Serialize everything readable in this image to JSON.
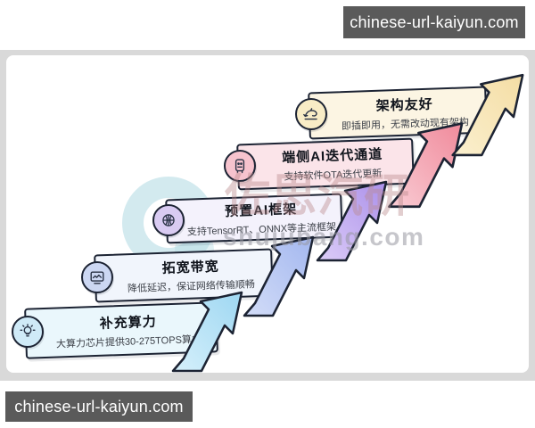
{
  "page": {
    "watermark_top": "chinese-url-kaiyun.com",
    "watermark_bottom": "chinese-url-kaiyun.com",
    "watermark_bg": "#5a5a5a"
  },
  "center_watermark": {
    "brand": "佐思汽研",
    "site": "shujubang.com",
    "brand_color": "rgba(186,139,141,0.42)",
    "site_color": "rgba(152,152,160,0.55)"
  },
  "steps": [
    {
      "title": "补充算力",
      "desc": "大算力芯片提供30-275TOPS算力",
      "icon": "lightbulb-icon",
      "box_fill": "#eaf7fc",
      "icon_fill": "#cfeaf7",
      "arrow_from": "#d6f0fb",
      "arrow_to": "#9ed7f2"
    },
    {
      "title": "拓宽带宽",
      "desc": "降低延迟，保证网络传输顺畅",
      "icon": "bandwidth-icon",
      "box_fill": "#f1f5fc",
      "icon_fill": "#ccd7f2",
      "arrow_from": "#d3ddf8",
      "arrow_to": "#a3b7ef"
    },
    {
      "title": "预置AI框架",
      "desc": "支持TensorRT、ONNX等主流框架",
      "icon": "ai-brain-icon",
      "box_fill": "#f4f2fc",
      "icon_fill": "#d9cbf2",
      "arrow_from": "#dccdf8",
      "arrow_to": "#ab90ea"
    },
    {
      "title": "端侧AI迭代通道",
      "desc": "支持软件OTA迭代更新",
      "icon": "ota-device-icon",
      "box_fill": "#fbe4e9",
      "icon_fill": "#f6c3ce",
      "arrow_from": "#f9ccd4",
      "arrow_to": "#f08a9b"
    },
    {
      "title": "架构友好",
      "desc": "即插即用，无需改动现有架构",
      "icon": "dolphin-icon",
      "box_fill": "#fcf5e3",
      "icon_fill": "#f8ecc6",
      "arrow_from": "#fbf0cf",
      "arrow_to": "#f4dda4"
    }
  ]
}
